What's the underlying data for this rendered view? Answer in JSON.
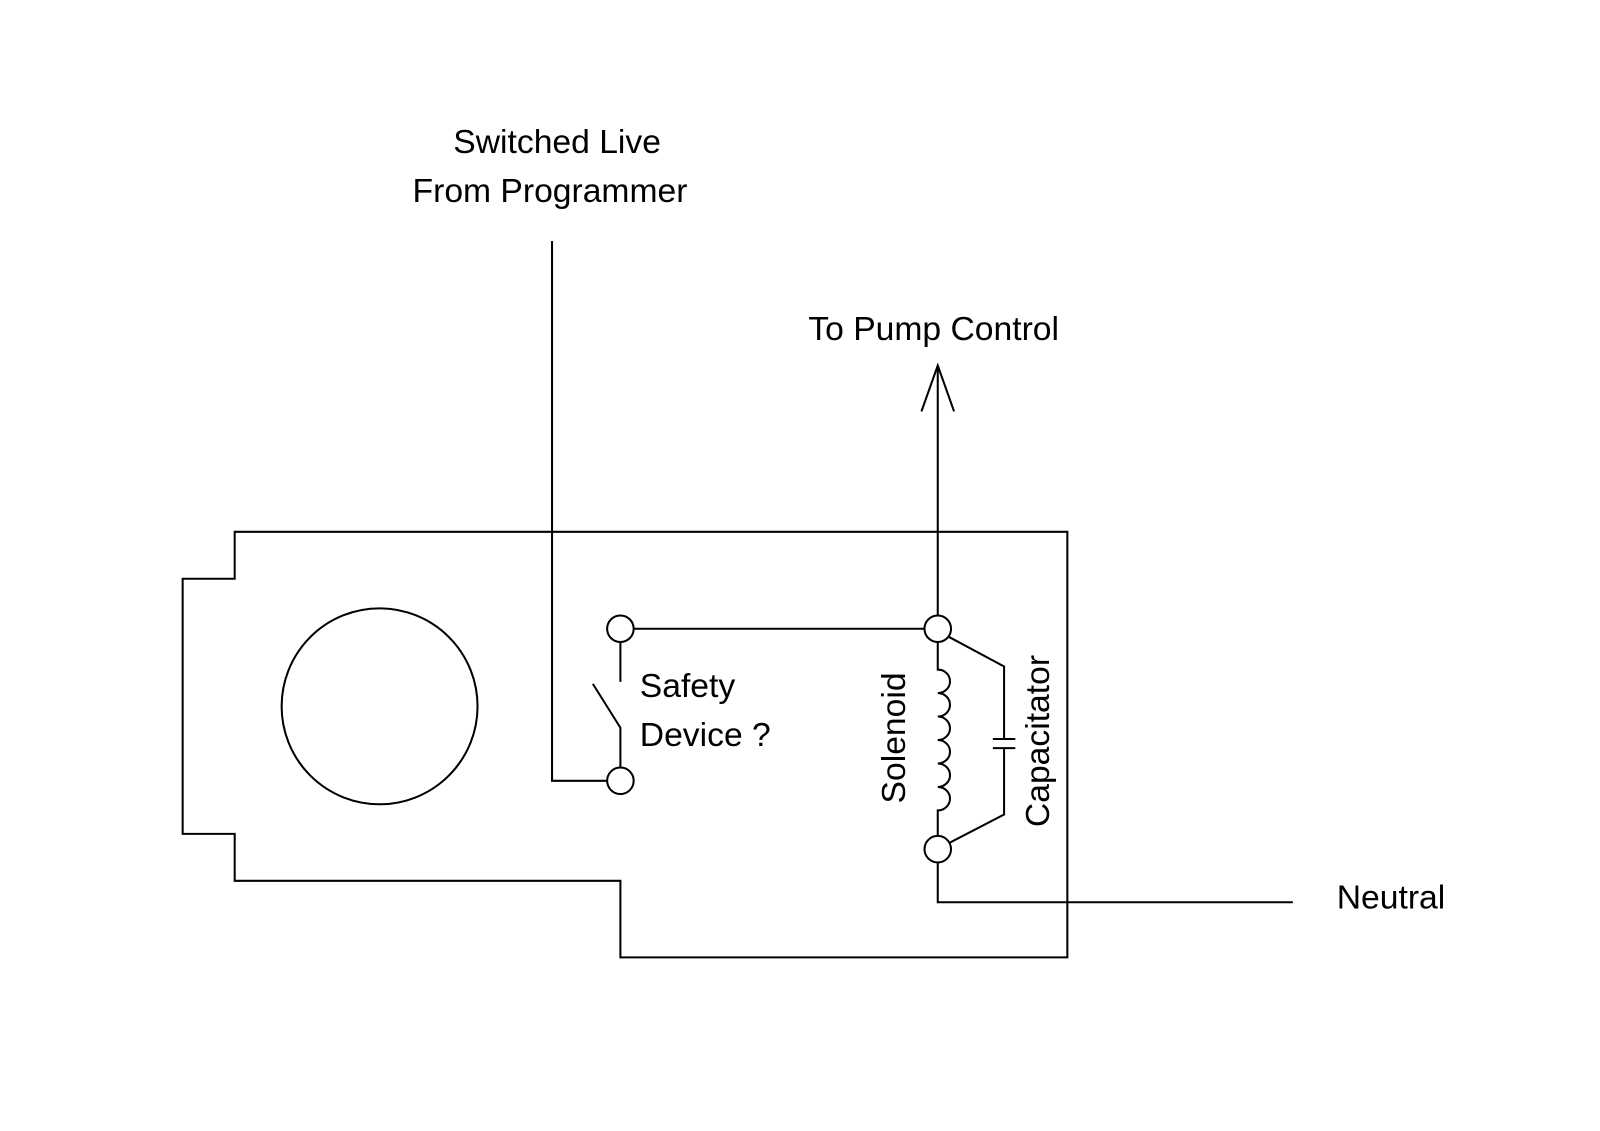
{
  "labels": {
    "switched_live_line1": "Switched Live",
    "switched_live_line2": "From Programmer",
    "pump_control": "To Pump Control",
    "safety_line1": "Safety",
    "safety_line2": "Device ?",
    "solenoid": "Solenoid",
    "capacitor": "Capacitator",
    "neutral": "Neutral"
  }
}
